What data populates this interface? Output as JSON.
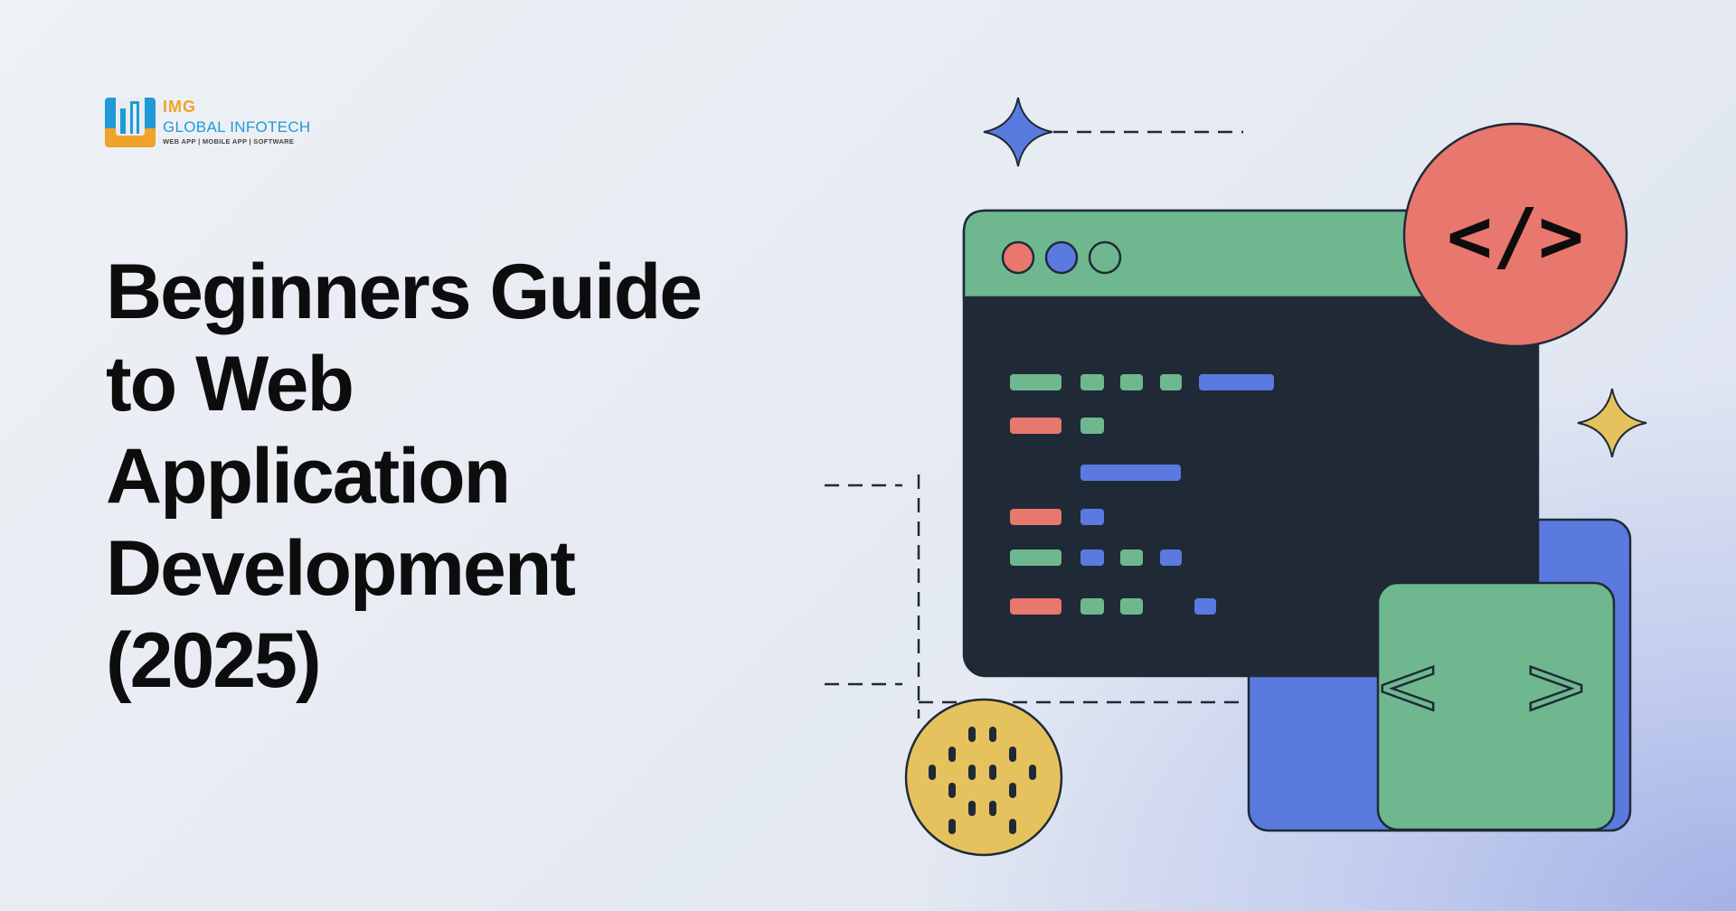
{
  "logo": {
    "brand": "IMG",
    "name": "GLOBAL INFOTECH",
    "tagline": "WEB APP | MOBILE APP | SOFTWARE"
  },
  "title": {
    "lines": [
      "Beginners Guide",
      "to Web",
      "Application",
      "Development",
      "(2025)"
    ]
  },
  "illustration": {
    "code_badge": "</>",
    "code_card": "< >"
  },
  "colors": {
    "green": "#6fb88f",
    "red": "#e8776e",
    "blue": "#5a7ae0",
    "yellow": "#e6c25e",
    "dark": "#1f2a36"
  }
}
